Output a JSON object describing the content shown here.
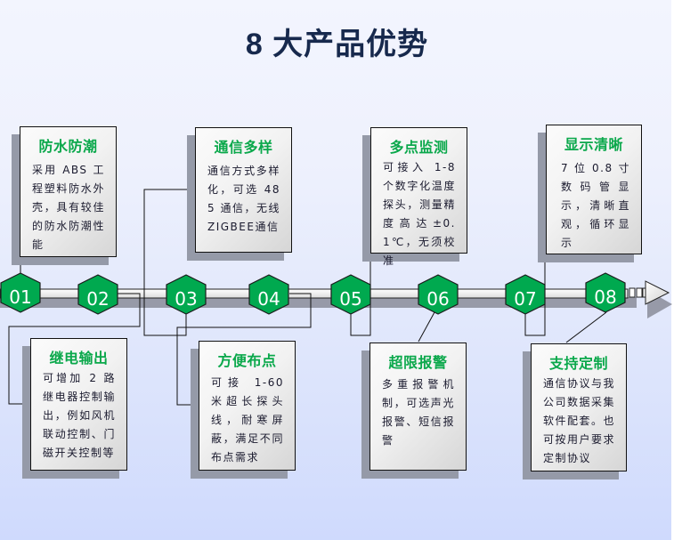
{
  "title": "8 大产品优势",
  "colors": {
    "hex_fill": "#00a94f",
    "heading_green": "#0aa84b",
    "title_navy": "#17294d"
  },
  "timeline": {
    "arrow_icon": "arrow-right-icon",
    "steps": [
      {
        "num": "01",
        "title": "防水防潮",
        "text": "采用 ABS 工程塑料防水外壳，具有较佳的防水防潮性能",
        "position": "top"
      },
      {
        "num": "02",
        "title": "继电输出",
        "text": "可增加 2 路继电器控制输出，例如风机联动控制、门磁开关控制等",
        "position": "bottom"
      },
      {
        "num": "03",
        "title": "通信多样",
        "text": "通信方式多样化，可选 485 通信，无线 ZIGBEE通信",
        "position": "top"
      },
      {
        "num": "04",
        "title": "方便布点",
        "text": "可接 1-60 米超长探头线，耐寒屏蔽，满足不同布点需求",
        "position": "bottom"
      },
      {
        "num": "05",
        "title": "多点监测",
        "text": "可接入 1-8 个数字化温度探头，测量精度高达±0.1℃，无须校准",
        "position": "top"
      },
      {
        "num": "06",
        "title": "超限报警",
        "text": "多重报警机制，可选声光报警、短信报警",
        "position": "bottom"
      },
      {
        "num": "07",
        "title": "显示清晰",
        "text": "7 位 0.8 寸数码管显示，清晰直观，循环显示",
        "position": "top"
      },
      {
        "num": "08",
        "title": "支持定制",
        "text": "通信协议与我公司数据采集软件配套。也可按用户要求定制协议",
        "position": "bottom"
      }
    ]
  }
}
